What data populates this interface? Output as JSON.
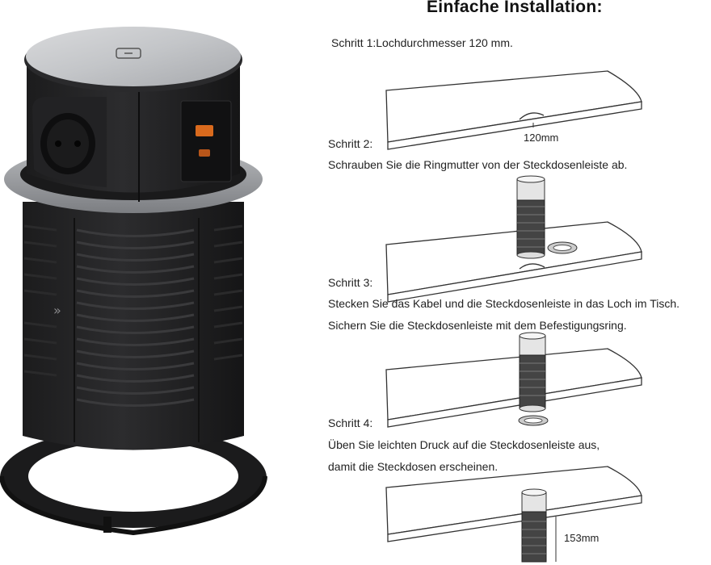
{
  "title": "Einfache Installation:",
  "steps": {
    "s1": "Schritt 1:Lochdurchmesser 120 mm.",
    "s2_head": "Schritt 2:",
    "s2_line1": "Schrauben Sie die Ringmutter von der Steckdosenleiste ab.",
    "s3_head": "Schritt 3:",
    "s3_line1": "Stecken Sie das Kabel und die Steckdosenleiste in das Loch im Tisch.",
    "s3_line2": "Sichern Sie die Steckdosenleiste mit dem Befestigungsring.",
    "s4_head": "Schritt 4:",
    "s4_line1": "Üben Sie leichten Druck auf die Steckdosenleiste aus,",
    "s4_line2": "damit die Steckdosen erscheinen."
  },
  "dimensions": {
    "hole": "120mm",
    "height": "153mm"
  },
  "icons": {
    "product": "popup-socket-tower",
    "qi": "wireless-charging-icon",
    "arrow": "double-chevron-right-icon"
  }
}
